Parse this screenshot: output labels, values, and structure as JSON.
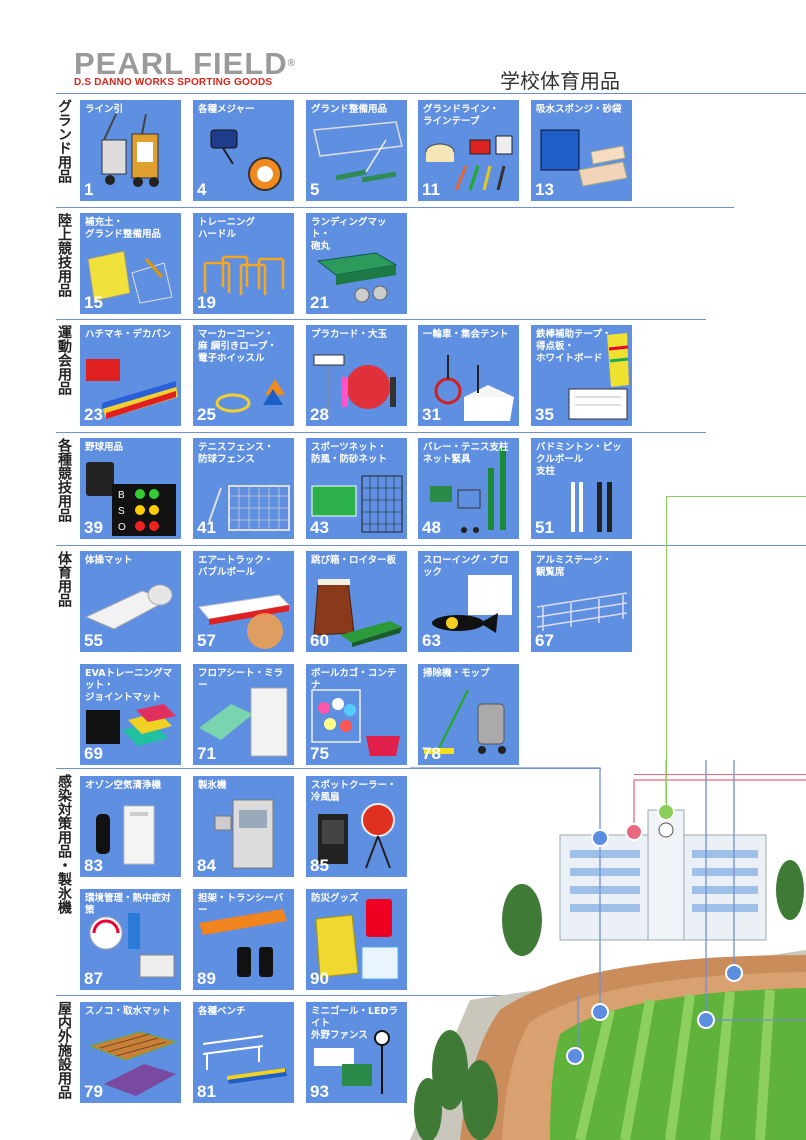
{
  "header": {
    "brand": "PEARL FIELD",
    "reg": "®",
    "subbrand": "D.S DANNO WORKS SPORTING GOODS",
    "page_title": "学校体育用品"
  },
  "categories": [
    {
      "label": "グランド用品"
    },
    {
      "label": "陸上競技用品"
    },
    {
      "label": "運動会用品"
    },
    {
      "label": "各種競技用品"
    },
    {
      "label": "体育用品"
    },
    {
      "label": "感染対策用品・製氷機"
    },
    {
      "label": "屋内外施設用品"
    }
  ],
  "tiles": [
    {
      "label": "ライン引",
      "num": "1"
    },
    {
      "label": "各種メジャー",
      "num": "4"
    },
    {
      "label": "グランド整備用品",
      "num": "5"
    },
    {
      "label": "グランドライン・\nラインテープ",
      "num": "11"
    },
    {
      "label": "吸水スポンジ・砂袋",
      "num": "13"
    },
    {
      "label": "補充土・\nグランド整備用品",
      "num": "15"
    },
    {
      "label": "トレーニング\nハードル",
      "num": "19"
    },
    {
      "label": "ランディングマット・\n砲丸",
      "num": "21"
    },
    {
      "label": "ハチマキ・デカパン",
      "num": "23"
    },
    {
      "label": "マーカーコーン・\n麻 綱引きロープ・\n電子ホイッスル",
      "num": "25"
    },
    {
      "label": "プラカード・大玉",
      "num": "28"
    },
    {
      "label": "一輪車・集会テント",
      "num": "31"
    },
    {
      "label": "鉄棒補助テープ・\n得点板・\nホワイトボード",
      "num": "35"
    },
    {
      "label": "野球用品",
      "num": "39"
    },
    {
      "label": "テニスフェンス・\n防球フェンス",
      "num": "41"
    },
    {
      "label": "スポーツネット・\n防風・防砂ネット",
      "num": "43"
    },
    {
      "label": "バレー・テニス支柱\nネット緊具",
      "num": "48"
    },
    {
      "label": "バドミントン・ピックルボール\n支柱",
      "num": "51"
    },
    {
      "label": "体操マット",
      "num": "55"
    },
    {
      "label": "エアートラック・\nバブルボール",
      "num": "57"
    },
    {
      "label": "跳び箱・ロイター板",
      "num": "60"
    },
    {
      "label": "スローイング・ブロック",
      "num": "63"
    },
    {
      "label": "アルミステージ・\n観覧席",
      "num": "67"
    },
    {
      "label": "EVAトレーニングマット・\nジョイントマット",
      "num": "69"
    },
    {
      "label": "フロアシート・ミラー",
      "num": "71"
    },
    {
      "label": "ボールカゴ・コンテナ",
      "num": "75"
    },
    {
      "label": "掃除機・モップ",
      "num": "78"
    },
    {
      "label": "オゾン空気清浄機",
      "num": "83"
    },
    {
      "label": "製氷機",
      "num": "84"
    },
    {
      "label": "スポットクーラー・\n冷風扇",
      "num": "85"
    },
    {
      "label": "環境管理・熱中症対策",
      "num": "87"
    },
    {
      "label": "担架・トランシーバー",
      "num": "89"
    },
    {
      "label": "防災グッズ",
      "num": "90"
    },
    {
      "label": "スノコ・取水マット",
      "num": "79"
    },
    {
      "label": "各種ベンチ",
      "num": "81"
    },
    {
      "label": "ミニゴール・LEDライト\n外野ファンス",
      "num": "93"
    }
  ],
  "scoreboard_letters": {
    "b": "B",
    "s": "S",
    "o": "O"
  },
  "colors": {
    "tile": "#5f8fe0",
    "line": "#6f8fd6",
    "brand_red": "#d9261c",
    "green_line": "#8bcf5a",
    "pink_line": "#e56a7c"
  }
}
